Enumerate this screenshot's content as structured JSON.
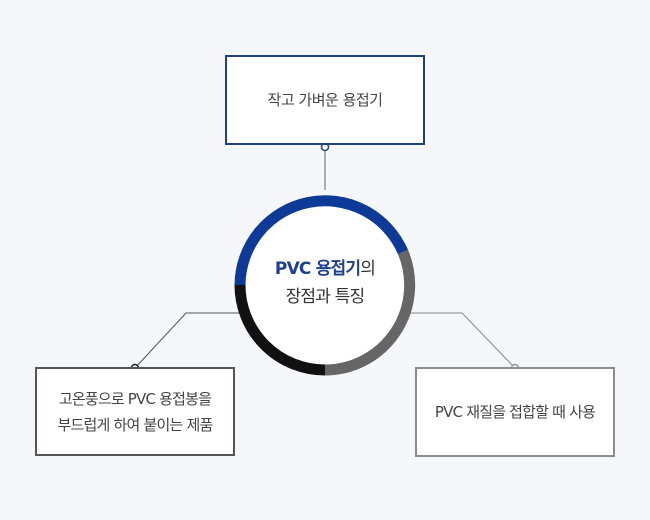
{
  "center": {
    "highlight": "PVC 용접기",
    "suffix": "의",
    "line2": "장점과 특징"
  },
  "boxes": {
    "top": {
      "text": "작고 가벼운 용접기"
    },
    "left": {
      "line1": "고온풍으로 PVC 용접봉을",
      "line2": "부드럽게 하여 붙이는 제품"
    },
    "right": {
      "text": "PVC 재질을 접합할 때 사용"
    }
  },
  "colors": {
    "background": "#f5f7fa",
    "ring_blue": "#0c3a96",
    "ring_gray": "#666666",
    "ring_black": "#111111",
    "top_border": "#1f4278",
    "left_border": "#555555",
    "right_border": "#8c8c8c",
    "highlight_text": "#1f3f8f"
  }
}
